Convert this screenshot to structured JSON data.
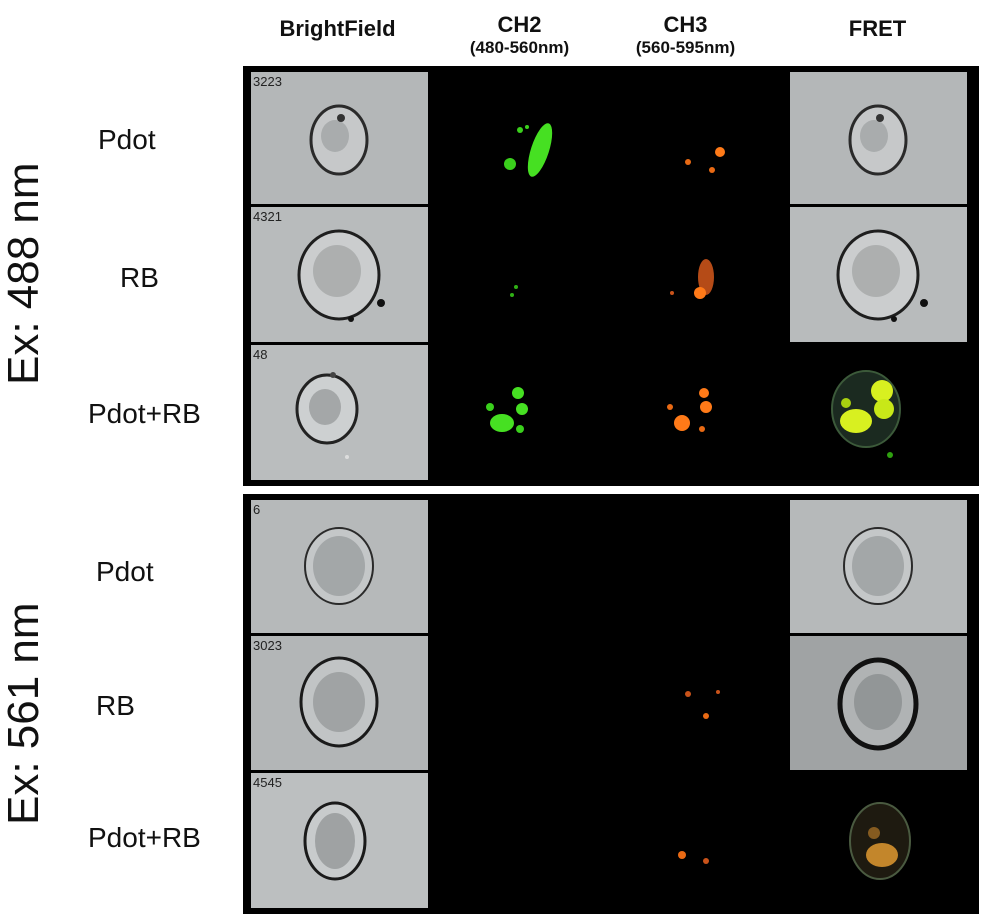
{
  "columns": [
    {
      "title": "BrightField",
      "subtitle": ""
    },
    {
      "title": "CH2",
      "subtitle": "(480-560nm)"
    },
    {
      "title": "CH3",
      "subtitle": "(560-595nm)"
    },
    {
      "title": "FRET",
      "subtitle": ""
    }
  ],
  "groups": [
    {
      "label": "Ex: 488 nm",
      "rows": [
        {
          "label": "Pdot",
          "id": "3223"
        },
        {
          "label": "RB",
          "id": "4321"
        },
        {
          "label": "Pdot+RB",
          "id": "48"
        }
      ]
    },
    {
      "label": "Ex: 561 nm",
      "rows": [
        {
          "label": "Pdot",
          "id": "6"
        },
        {
          "label": "RB",
          "id": "3023"
        },
        {
          "label": "Pdot+RB",
          "id": "4545"
        }
      ]
    }
  ],
  "colors": {
    "background": "#ffffff",
    "panel": "#000000",
    "brightfield": "#b9bcbd",
    "ch2_green": "#39e01a",
    "ch3_orange": "#ff7a18",
    "fret_yellow": "#d8f020"
  }
}
